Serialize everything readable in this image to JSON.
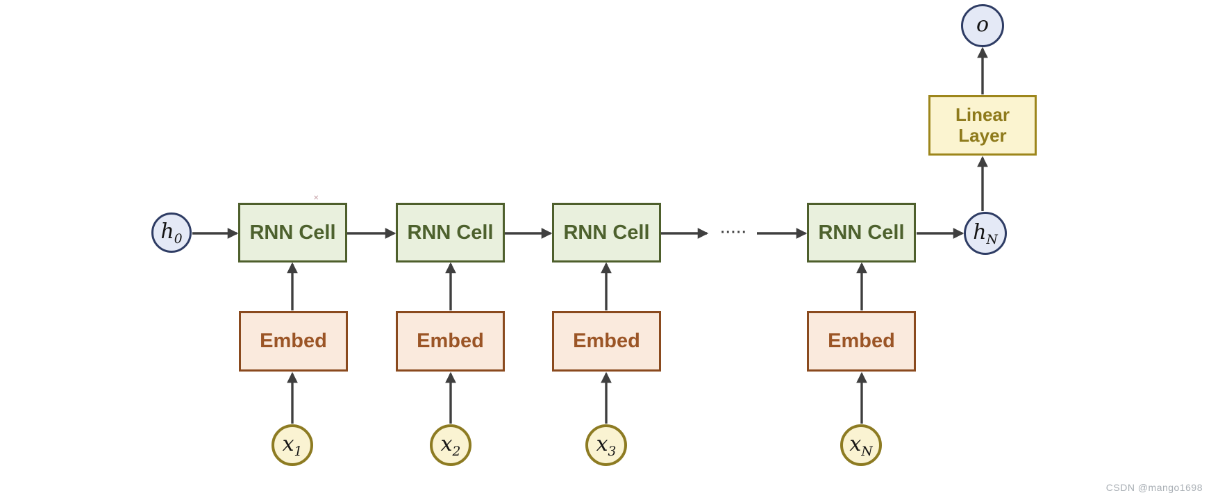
{
  "diagram": {
    "watermark": "CSDN @mango1698",
    "ellipsis": "·····",
    "colors": {
      "rnn_fill": "#e9f0dd",
      "rnn_border": "#4e5f2c",
      "rnn_text": "#4d612d",
      "embed_fill": "#faeadd",
      "embed_border": "#8a4a1e",
      "embed_text": "#9b5526",
      "linear_fill": "#fbf4d0",
      "linear_border": "#9d861c",
      "linear_text": "#8e7a1b",
      "state_fill": "#e4e9f6",
      "state_border": "#2e3c64",
      "input_fill": "#faf3d2",
      "input_border": "#8d7b22",
      "arrow": "#3f3f3f",
      "watermark_text": "#a8aeb4"
    },
    "nodes": {
      "h0": {
        "base": "h",
        "sub": "0"
      },
      "hN": {
        "base": "h",
        "sub": "N"
      },
      "output": {
        "base": "o",
        "sub": ""
      }
    },
    "linear_layer": {
      "line1": "Linear",
      "line2": "Layer"
    },
    "rnn_cells": [
      {
        "label": "RNN Cell"
      },
      {
        "label": "RNN Cell"
      },
      {
        "label": "RNN Cell"
      },
      {
        "label": "RNN Cell"
      }
    ],
    "embeds": [
      {
        "label": "Embed"
      },
      {
        "label": "Embed"
      },
      {
        "label": "Embed"
      },
      {
        "label": "Embed"
      }
    ],
    "inputs": [
      {
        "base": "x",
        "sub": "1"
      },
      {
        "base": "x",
        "sub": "2"
      },
      {
        "base": "x",
        "sub": "3"
      },
      {
        "base": "x",
        "sub": "N"
      }
    ],
    "icons": {
      "cursor_artifact": "✕"
    }
  }
}
